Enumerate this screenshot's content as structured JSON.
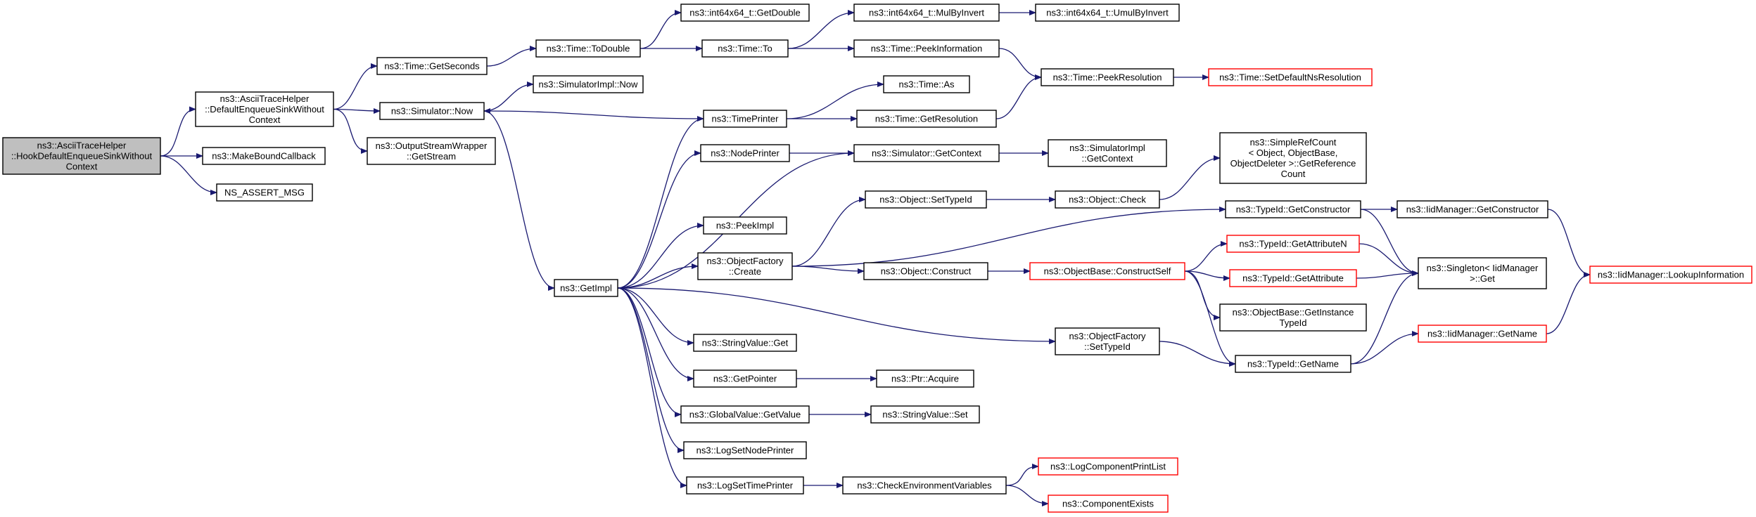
{
  "colors": {
    "edge": "#191970",
    "node_border": "#000000",
    "truncated_border": "#ff0000",
    "root_fill": "#bfbfbf",
    "node_fill": "#ffffff"
  },
  "nodes": {
    "root": {
      "lines": [
        "ns3::AsciiTraceHelper",
        "::HookDefaultEnqueueSinkWithout",
        "Context"
      ],
      "style": "root"
    },
    "defEnq": {
      "lines": [
        "ns3::AsciiTraceHelper",
        "::DefaultEnqueueSinkWithout",
        "Context"
      ],
      "style": "normal"
    },
    "mbc": {
      "lines": [
        "ns3::MakeBoundCallback"
      ],
      "style": "normal"
    },
    "assert": {
      "lines": [
        "NS_ASSERT_MSG"
      ],
      "style": "normal"
    },
    "getSeconds": {
      "lines": [
        "ns3::Time::GetSeconds"
      ],
      "style": "normal"
    },
    "simNow": {
      "lines": [
        "ns3::Simulator::Now"
      ],
      "style": "normal"
    },
    "osw": {
      "lines": [
        "ns3::OutputStreamWrapper",
        "::GetStream"
      ],
      "style": "normal"
    },
    "toDouble": {
      "lines": [
        "ns3::Time::ToDouble"
      ],
      "style": "normal"
    },
    "implNow": {
      "lines": [
        "ns3::SimulatorImpl::Now"
      ],
      "style": "normal"
    },
    "getImpl": {
      "lines": [
        "ns3::GetImpl"
      ],
      "style": "normal"
    },
    "getDouble": {
      "lines": [
        "ns3::int64x64_t::GetDouble"
      ],
      "style": "normal"
    },
    "timeTo": {
      "lines": [
        "ns3::Time::To"
      ],
      "style": "normal"
    },
    "timePrinter": {
      "lines": [
        "ns3::TimePrinter"
      ],
      "style": "normal"
    },
    "nodePrinter": {
      "lines": [
        "ns3::NodePrinter"
      ],
      "style": "normal"
    },
    "peekImpl": {
      "lines": [
        "ns3::PeekImpl"
      ],
      "style": "normal"
    },
    "ofCreate": {
      "lines": [
        "ns3::ObjectFactory",
        "::Create"
      ],
      "style": "normal"
    },
    "svGet": {
      "lines": [
        "ns3::StringValue::Get"
      ],
      "style": "normal"
    },
    "getPointer": {
      "lines": [
        "ns3::GetPointer"
      ],
      "style": "normal"
    },
    "gvGetValue": {
      "lines": [
        "ns3::GlobalValue::GetValue"
      ],
      "style": "normal"
    },
    "logNode": {
      "lines": [
        "ns3::LogSetNodePrinter"
      ],
      "style": "normal"
    },
    "logTime": {
      "lines": [
        "ns3::LogSetTimePrinter"
      ],
      "style": "normal"
    },
    "mulByInv": {
      "lines": [
        "ns3::int64x64_t::MulByInvert"
      ],
      "style": "normal"
    },
    "peekInfo": {
      "lines": [
        "ns3::Time::PeekInformation"
      ],
      "style": "normal"
    },
    "timeAs": {
      "lines": [
        "ns3::Time::As"
      ],
      "style": "normal"
    },
    "getRes": {
      "lines": [
        "ns3::Time::GetResolution"
      ],
      "style": "normal"
    },
    "simGetCtx": {
      "lines": [
        "ns3::Simulator::GetContext"
      ],
      "style": "normal"
    },
    "setTypeId": {
      "lines": [
        "ns3::Object::SetTypeId"
      ],
      "style": "normal"
    },
    "objConstruct": {
      "lines": [
        "ns3::Object::Construct"
      ],
      "style": "normal"
    },
    "ptrAcquire": {
      "lines": [
        "ns3::Ptr::Acquire"
      ],
      "style": "normal"
    },
    "svSet": {
      "lines": [
        "ns3::StringValue::Set"
      ],
      "style": "normal"
    },
    "checkEnv": {
      "lines": [
        "ns3::CheckEnvironmentVariables"
      ],
      "style": "normal"
    },
    "umulByInv": {
      "lines": [
        "ns3::int64x64_t::UmulByInvert"
      ],
      "style": "normal"
    },
    "peekRes": {
      "lines": [
        "ns3::Time::PeekResolution"
      ],
      "style": "normal"
    },
    "implGetCtx": {
      "lines": [
        "ns3::SimulatorImpl",
        "::GetContext"
      ],
      "style": "normal"
    },
    "objCheck": {
      "lines": [
        "ns3::Object::Check"
      ],
      "style": "normal"
    },
    "obConstructSelf": {
      "lines": [
        "ns3::ObjectBase::ConstructSelf"
      ],
      "style": "truncated"
    },
    "ofSetTypeId": {
      "lines": [
        "ns3::ObjectFactory",
        "::SetTypeId"
      ],
      "style": "normal"
    },
    "logCompList": {
      "lines": [
        "ns3::LogComponentPrintList"
      ],
      "style": "truncated"
    },
    "compExists": {
      "lines": [
        "ns3::ComponentExists"
      ],
      "style": "truncated"
    },
    "setDefRes": {
      "lines": [
        "ns3::Time::SetDefaultNsResolution"
      ],
      "style": "truncated"
    },
    "simpleRef": {
      "lines": [
        "ns3::SimpleRefCount",
        "< Object, ObjectBase,",
        "ObjectDeleter >::GetReference",
        "Count"
      ],
      "style": "normal"
    },
    "tidGetCtor": {
      "lines": [
        "ns3::TypeId::GetConstructor"
      ],
      "style": "normal"
    },
    "tidGetAttrN": {
      "lines": [
        "ns3::TypeId::GetAttributeN"
      ],
      "style": "truncated"
    },
    "tidGetAttr": {
      "lines": [
        "ns3::TypeId::GetAttribute"
      ],
      "style": "truncated"
    },
    "obGetInst": {
      "lines": [
        "ns3::ObjectBase::GetInstance",
        "TypeId"
      ],
      "style": "normal"
    },
    "tidGetName": {
      "lines": [
        "ns3::TypeId::GetName"
      ],
      "style": "normal"
    },
    "iidGetCtor": {
      "lines": [
        "ns3::IidManager::GetConstructor"
      ],
      "style": "normal"
    },
    "singleton": {
      "lines": [
        "ns3::Singleton< IidManager",
        ">::Get"
      ],
      "style": "normal"
    },
    "iidGetName": {
      "lines": [
        "ns3::IidManager::GetName"
      ],
      "style": "truncated"
    },
    "iidLookup": {
      "lines": [
        "ns3::IidManager::LookupInformation"
      ],
      "style": "truncated"
    }
  },
  "edges": [
    [
      "root",
      "defEnq"
    ],
    [
      "root",
      "mbc"
    ],
    [
      "root",
      "assert"
    ],
    [
      "defEnq",
      "getSeconds"
    ],
    [
      "defEnq",
      "simNow"
    ],
    [
      "defEnq",
      "osw"
    ],
    [
      "getSeconds",
      "toDouble"
    ],
    [
      "simNow",
      "implNow"
    ],
    [
      "simNow",
      "getImpl"
    ],
    [
      "toDouble",
      "getDouble"
    ],
    [
      "toDouble",
      "timeTo"
    ],
    [
      "timeTo",
      "mulByInv"
    ],
    [
      "timeTo",
      "peekInfo"
    ],
    [
      "mulByInv",
      "umulByInv"
    ],
    [
      "peekInfo",
      "peekRes"
    ],
    [
      "peekRes",
      "setDefRes"
    ],
    [
      "timePrinter",
      "simNow"
    ],
    [
      "timePrinter",
      "timeAs"
    ],
    [
      "timePrinter",
      "getRes"
    ],
    [
      "getRes",
      "peekRes"
    ],
    [
      "nodePrinter",
      "simGetCtx"
    ],
    [
      "simGetCtx",
      "implGetCtx"
    ],
    [
      "getImpl",
      "timePrinter"
    ],
    [
      "getImpl",
      "nodePrinter"
    ],
    [
      "getImpl",
      "simGetCtx"
    ],
    [
      "getImpl",
      "peekImpl"
    ],
    [
      "getImpl",
      "ofCreate"
    ],
    [
      "getImpl",
      "svGet"
    ],
    [
      "getImpl",
      "getPointer"
    ],
    [
      "getImpl",
      "gvGetValue"
    ],
    [
      "getImpl",
      "logNode"
    ],
    [
      "getImpl",
      "logTime"
    ],
    [
      "getImpl",
      "ofSetTypeId"
    ],
    [
      "ofCreate",
      "setTypeId"
    ],
    [
      "ofCreate",
      "objConstruct"
    ],
    [
      "ofCreate",
      "tidGetCtor"
    ],
    [
      "setTypeId",
      "objCheck"
    ],
    [
      "objCheck",
      "simpleRef"
    ],
    [
      "objConstruct",
      "obConstructSelf"
    ],
    [
      "obConstructSelf",
      "tidGetAttrN"
    ],
    [
      "obConstructSelf",
      "tidGetAttr"
    ],
    [
      "obConstructSelf",
      "obGetInst"
    ],
    [
      "obConstructSelf",
      "tidGetName"
    ],
    [
      "tidGetCtor",
      "iidGetCtor"
    ],
    [
      "tidGetCtor",
      "singleton"
    ],
    [
      "tidGetAttrN",
      "singleton"
    ],
    [
      "tidGetAttr",
      "singleton"
    ],
    [
      "iidGetCtor",
      "iidLookup"
    ],
    [
      "ofSetTypeId",
      "tidGetName"
    ],
    [
      "tidGetName",
      "singleton"
    ],
    [
      "tidGetName",
      "iidGetName"
    ],
    [
      "iidGetName",
      "iidLookup"
    ],
    [
      "getPointer",
      "ptrAcquire"
    ],
    [
      "gvGetValue",
      "svSet"
    ],
    [
      "logTime",
      "checkEnv"
    ],
    [
      "checkEnv",
      "logCompList"
    ],
    [
      "checkEnv",
      "compExists"
    ]
  ]
}
